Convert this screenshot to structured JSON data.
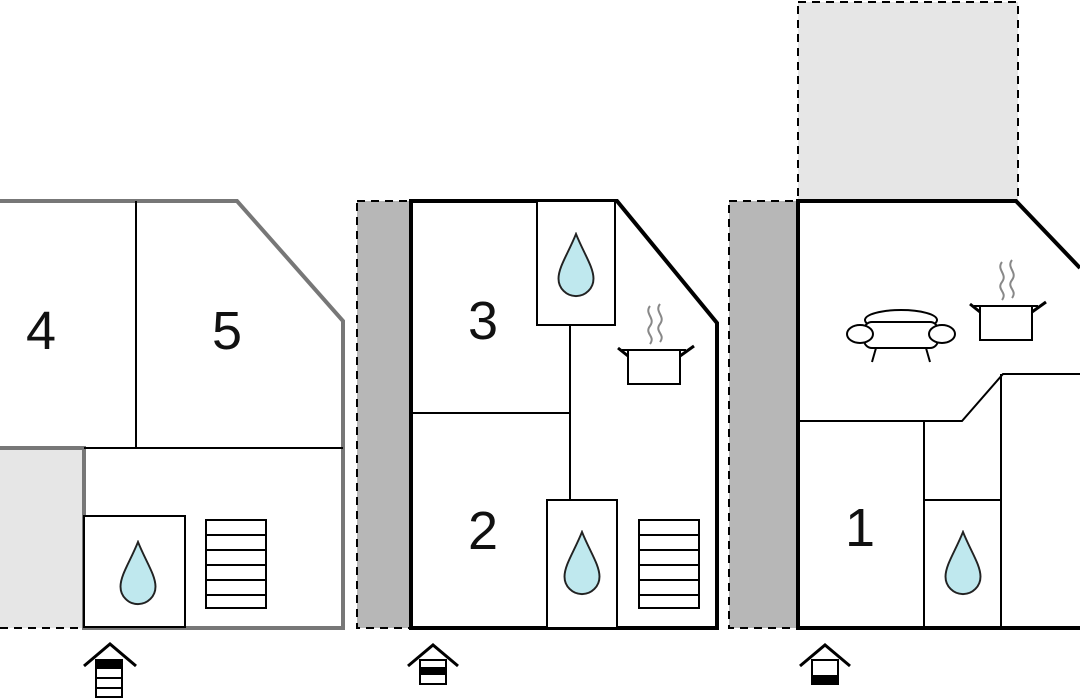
{
  "floorplan": {
    "rooms": {
      "r1": "1",
      "r2": "2",
      "r3": "3",
      "r4": "4",
      "r5": "5"
    },
    "floors": [
      {
        "level": "upper",
        "entrance_marker": "upper-floor-marker"
      },
      {
        "level": "middle",
        "entrance_marker": "middle-floor-marker"
      },
      {
        "level": "ground",
        "entrance_marker": "ground-floor-marker"
      }
    ],
    "colors": {
      "walls_current": "#000000",
      "walls_other": "#777777",
      "balcony_fill": "#b7b7b7",
      "terrace_fill": "#e6e6e6",
      "water_fill": "#bfe8ee"
    },
    "icons": [
      "water-drop-icon",
      "stairs-icon",
      "cooking-pot-icon",
      "sofa-icon",
      "floor-indicator-icon"
    ]
  }
}
